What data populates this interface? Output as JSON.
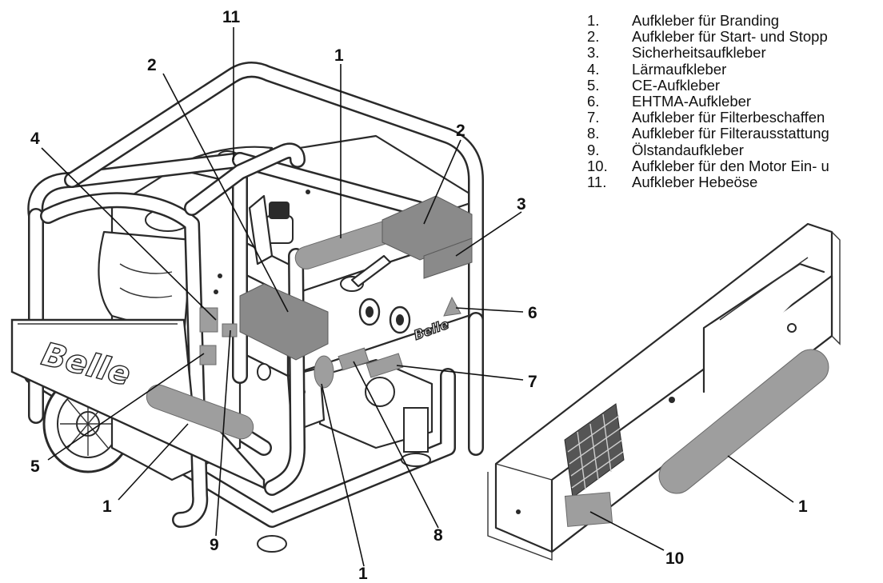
{
  "legend": [
    {
      "num": "1.",
      "text": "Aufkleber für Branding"
    },
    {
      "num": "2.",
      "text": "Aufkleber für Start- und Stopp"
    },
    {
      "num": "3.",
      "text": "Sicherheitsaufkleber"
    },
    {
      "num": "4.",
      "text": "Lärmaufkleber"
    },
    {
      "num": "5.",
      "text": "CE-Aufkleber"
    },
    {
      "num": "6.",
      "text": "EHTMA-Aufkleber"
    },
    {
      "num": "7.",
      "text": "Aufkleber für Filterbeschaffen"
    },
    {
      "num": "8.",
      "text": "Aufkleber für Filterausstattung"
    },
    {
      "num": "9.",
      "text": "Ölstandaufkleber"
    },
    {
      "num": "10.",
      "text": "Aufkleber für den Motor Ein- u"
    },
    {
      "num": "11.",
      "text": "Aufkleber Hebeöse"
    }
  ],
  "callouts": {
    "c11": "11",
    "c2a": "2",
    "c1a": "1",
    "c4": "4",
    "c2b": "2",
    "c3": "3",
    "c6": "6",
    "c7": "7",
    "c5": "5",
    "c1b": "1",
    "c9": "9",
    "c8": "8",
    "c1c": "1",
    "c1d": "1",
    "c10": "10"
  },
  "brand": {
    "machine_front": "Belle",
    "machine_side": "Belle"
  },
  "colors": {
    "sticker": "#9e9e9e",
    "ink": "#2a2a2a",
    "background": "#ffffff"
  }
}
